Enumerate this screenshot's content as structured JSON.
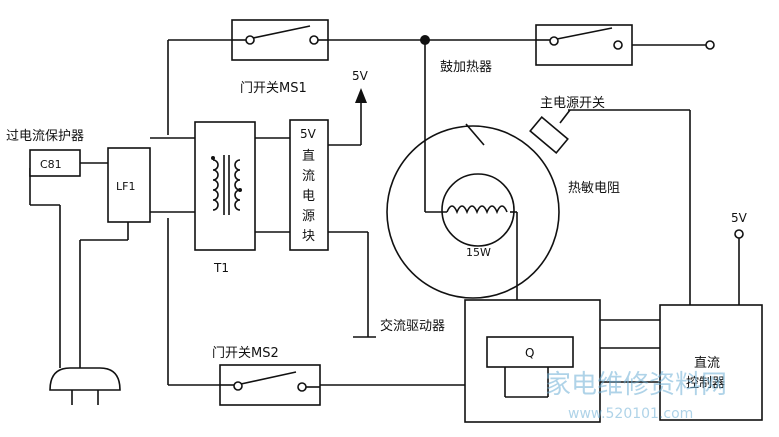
{
  "labels": {
    "overcurrent_protector": "过电流保护器",
    "c81": "C81",
    "lf1": "LF1",
    "t1": "T1",
    "door_switch_ms1": "门开关MS1",
    "door_switch_ms2": "门开关MS2",
    "v5_top": "5V",
    "psu_5v": "5V",
    "psu_line1": "直",
    "psu_line2": "流",
    "psu_line3": "电",
    "psu_line4": "源",
    "psu_line5": "块",
    "blower_heater": "鼓加热器",
    "main_power_switch": "主电源开关",
    "thermistor": "热敏电阻",
    "heater_15w": "15W",
    "ac_driver": "交流驱动器",
    "q": "Q",
    "v5_right": "5V",
    "dc_controller_line1": "直流",
    "dc_controller_line2": "控制器"
  },
  "watermark": {
    "text": "家电维修资料网",
    "url": "www.520101.com"
  },
  "colors": {
    "line": "#111111",
    "watermark": "#6fb0d6"
  }
}
